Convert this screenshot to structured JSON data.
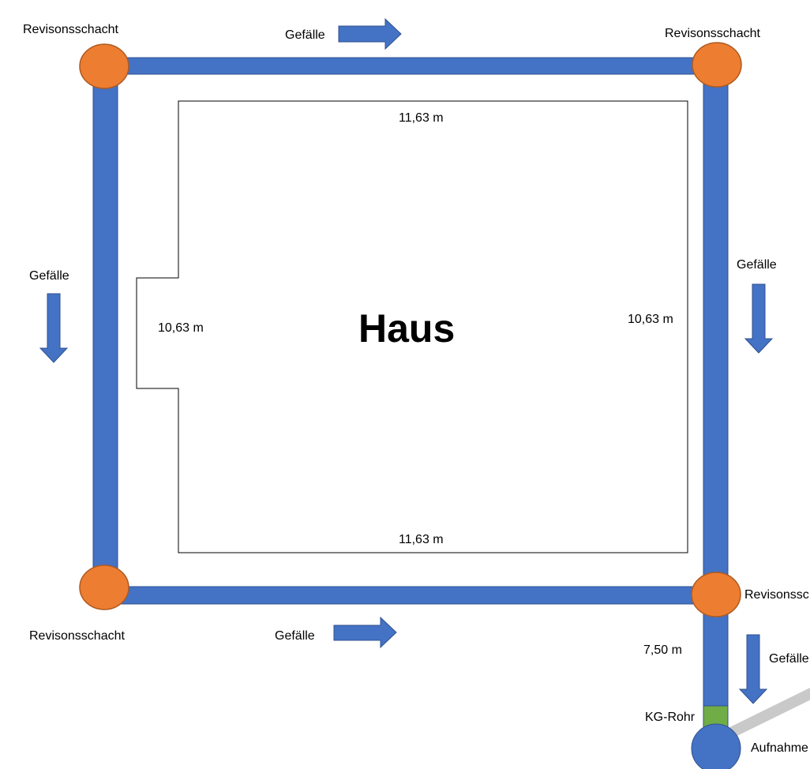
{
  "colors": {
    "pipe": "#4472C4",
    "pipe_border": "#2F528F",
    "manhole": "#ED7D31",
    "manhole_border": "#AE5A21",
    "kg_pipe": "#70AD47",
    "receiver_pipe": "#C9C9C9"
  },
  "house": {
    "title": "Haus",
    "dim_top": "11,63 m",
    "dim_bottom": "11,63 m",
    "dim_left": "10,63 m",
    "dim_right": "10,63 m"
  },
  "manholes": {
    "top_left": "Revisonsschacht",
    "top_right": "Revisonsschacht",
    "bottom_left": "Revisonsschacht",
    "bottom_right": "Revisonssc"
  },
  "slopes": {
    "top": "Gefälle",
    "left": "Gefälle",
    "right": "Gefälle",
    "bottom": "Gefälle",
    "outlet": "Gefälle"
  },
  "outlet": {
    "length": "7,50 m",
    "kg_label": "KG-Rohr",
    "receiver_label": "Aufnahme"
  }
}
